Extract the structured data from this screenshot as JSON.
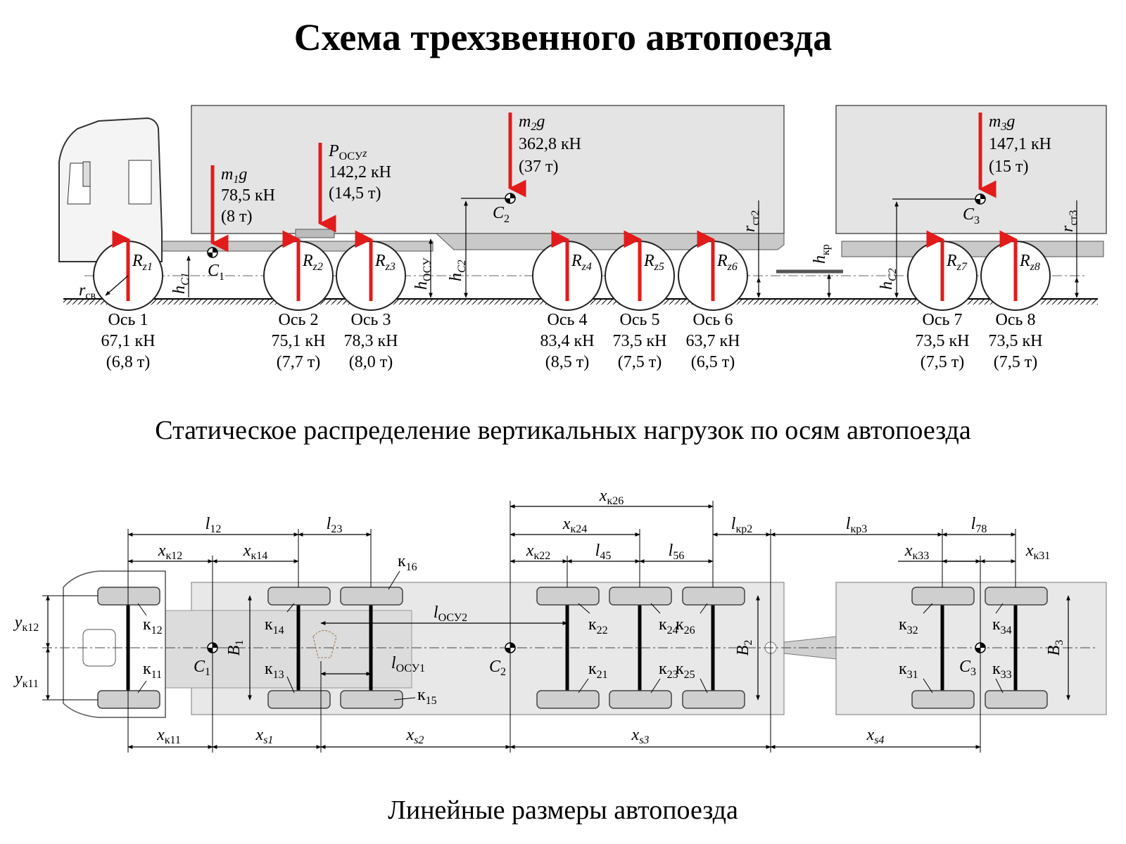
{
  "title": "Схема трехзвенного автопоезда",
  "caption_loads": "Статическое распределение вертикальных нагрузок по осям автопоезда",
  "caption_dims": "Линейные размеры автопоезда",
  "colors": {
    "force_arrow": "#e31b1b",
    "body_fill": "#e4e4e4",
    "wheel_fill": "#ffffff",
    "top_wheel_fill": "#cfcfcf"
  },
  "axles": [
    {
      "name": "Ось 1",
      "load": "67,1 кН",
      "mass": "(6,8 т)",
      "r": "R",
      "rs": "z1"
    },
    {
      "name": "Ось 2",
      "load": "75,1 кН",
      "mass": "(7,7 т)",
      "r": "R",
      "rs": "z2"
    },
    {
      "name": "Ось 3",
      "load": "78,3 кН",
      "mass": "(8,0 т)",
      "r": "R",
      "rs": "z3"
    },
    {
      "name": "Ось 4",
      "load": "83,4 кН",
      "mass": "(8,5 т)",
      "r": "R",
      "rs": "z4"
    },
    {
      "name": "Ось 5",
      "load": "73,5 кН",
      "mass": "(7,5 т)",
      "r": "R",
      "rs": "z5"
    },
    {
      "name": "Ось 6",
      "load": "63,7 кН",
      "mass": "(6,5 т)",
      "r": "R",
      "rs": "z6"
    },
    {
      "name": "Ось 7",
      "load": "73,5 кН",
      "mass": "(7,5 т)",
      "r": "R",
      "rs": "z7"
    },
    {
      "name": "Ось 8",
      "load": "73,5 кН",
      "mass": "(7,5 т)",
      "r": "R",
      "rs": "z8"
    }
  ],
  "gravity": [
    {
      "m": "m",
      "ms": "1",
      "g": "g",
      "force": "78,5 кН",
      "mass": "(8 т)",
      "c": "C",
      "cs": "1"
    },
    {
      "m": "m",
      "ms": "2",
      "g": "g",
      "force": "362,8 кН",
      "mass": "(37 т)",
      "c": "C",
      "cs": "2"
    },
    {
      "m": "m",
      "ms": "3",
      "g": "g",
      "force": "147,1 кН",
      "mass": "(15 т)",
      "c": "C",
      "cs": "3"
    }
  ],
  "hitch_load": {
    "p": "P",
    "ps": "ОСУ",
    "pz": "z",
    "force": "142,2 кН",
    "mass": "(14,5 т)"
  },
  "side_dims": {
    "r_sv": {
      "m": "r",
      "s": "св"
    },
    "h_c1": {
      "m": "h",
      "s": "C1"
    },
    "h_osu": {
      "m": "h",
      "s": "ОСУ"
    },
    "h_c2": {
      "m": "h",
      "s": "C2"
    },
    "r_st2": {
      "m": "r",
      "s": "ст2"
    },
    "h_kr": {
      "m": "h",
      "s": "кр"
    },
    "h_c2b": {
      "m": "h",
      "s": "C2"
    },
    "r_st3": {
      "m": "r",
      "s": "ст3"
    }
  },
  "top_dims": {
    "l12": {
      "m": "l",
      "s": "12"
    },
    "l23": {
      "m": "l",
      "s": "23"
    },
    "xk26": {
      "m": "x",
      "s": "к26"
    },
    "xk24": {
      "m": "x",
      "s": "к24"
    },
    "lkr2": {
      "m": "l",
      "s": "кр2"
    },
    "lkr3": {
      "m": "l",
      "s": "кр3"
    },
    "l78": {
      "m": "l",
      "s": "78"
    },
    "xk12": {
      "m": "x",
      "s": "к12"
    },
    "xk14": {
      "m": "x",
      "s": "к14"
    },
    "xk22": {
      "m": "x",
      "s": "к22"
    },
    "l45": {
      "m": "l",
      "s": "45"
    },
    "l56": {
      "m": "l",
      "s": "56"
    },
    "xk33": {
      "m": "x",
      "s": "к33"
    },
    "xk31": {
      "m": "x",
      "s": "к31"
    },
    "yk12": {
      "m": "y",
      "s": "к12"
    },
    "yk11": {
      "m": "y",
      "s": "к11"
    },
    "b1": {
      "m": "B",
      "s": "1"
    },
    "b2": {
      "m": "B",
      "s": "2"
    },
    "b3": {
      "m": "B",
      "s": "3"
    },
    "losu2": {
      "m": "l",
      "s": "ОСУ2"
    },
    "losu1": {
      "m": "l",
      "s": "ОСУ1"
    },
    "xk11": {
      "m": "x",
      "s": "к11"
    },
    "xs1": {
      "m": "x",
      "s": "s1"
    },
    "xs2": {
      "m": "x",
      "s": "s2"
    },
    "xs3": {
      "m": "x",
      "s": "s3"
    },
    "xs4": {
      "m": "x",
      "s": "s4"
    }
  },
  "wheels": {
    "k12": {
      "m": "к",
      "s": "12"
    },
    "k11": {
      "m": "к",
      "s": "11"
    },
    "k14": {
      "m": "к",
      "s": "14"
    },
    "k13": {
      "m": "к",
      "s": "13"
    },
    "k16": {
      "m": "к",
      "s": "16"
    },
    "k15": {
      "m": "к",
      "s": "15"
    },
    "k22": {
      "m": "к",
      "s": "22"
    },
    "k21": {
      "m": "к",
      "s": "21"
    },
    "k24": {
      "m": "к",
      "s": "24"
    },
    "k23": {
      "m": "к",
      "s": "23"
    },
    "k26": {
      "m": "к",
      "s": "26"
    },
    "k25": {
      "m": "к",
      "s": "25"
    },
    "k32": {
      "m": "к",
      "s": "32"
    },
    "k31": {
      "m": "к",
      "s": "31"
    },
    "k34": {
      "m": "к",
      "s": "34"
    },
    "k33": {
      "m": "к",
      "s": "33"
    }
  },
  "cg_top": {
    "c1": {
      "m": "C",
      "s": "1"
    },
    "c2": {
      "m": "C",
      "s": "2"
    },
    "c3": {
      "m": "C",
      "s": "3"
    }
  }
}
